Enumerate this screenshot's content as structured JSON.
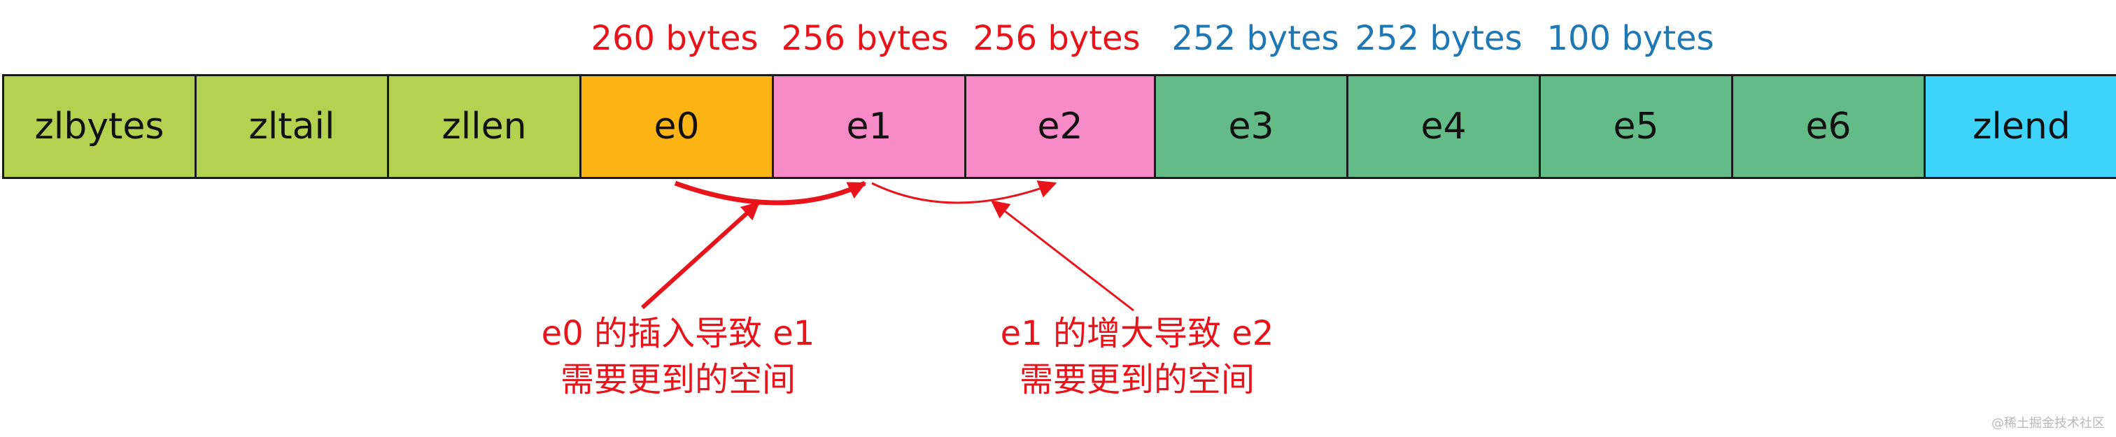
{
  "colors": {
    "red_text": "#e8141b",
    "blue_text": "#1f77b4",
    "header": "#b3d24f",
    "e0": "#fdb515",
    "e1_e2": "#f78bc7",
    "e3_e6": "#63bc87",
    "zlend": "#3dd3fb",
    "arrow": "#e8141b"
  },
  "size_labels": [
    {
      "text": "260 bytes",
      "color": "red"
    },
    {
      "text": "256 bytes",
      "color": "red"
    },
    {
      "text": "256 bytes",
      "color": "red"
    },
    {
      "text": "252 bytes",
      "color": "blue"
    },
    {
      "text": "252 bytes",
      "color": "blue"
    },
    {
      "text": "100 bytes",
      "color": "blue"
    }
  ],
  "cells": [
    {
      "label": "zlbytes",
      "fill": "header"
    },
    {
      "label": "zltail",
      "fill": "header"
    },
    {
      "label": "zllen",
      "fill": "header"
    },
    {
      "label": "e0",
      "fill": "e0"
    },
    {
      "label": "e1",
      "fill": "e1_e2"
    },
    {
      "label": "e2",
      "fill": "e1_e2"
    },
    {
      "label": "e3",
      "fill": "e3_e6"
    },
    {
      "label": "e4",
      "fill": "e3_e6"
    },
    {
      "label": "e5",
      "fill": "e3_e6"
    },
    {
      "label": "e6",
      "fill": "e3_e6"
    },
    {
      "label": "zlend",
      "fill": "zlend"
    }
  ],
  "notes": {
    "left": {
      "line1": "e0 的插入导致 e1",
      "line2": "需要更到的空间"
    },
    "right": {
      "line1": "e1 的增大导致 e2",
      "line2": "需要更到的空间"
    }
  },
  "watermark": "@稀土掘金技术社区"
}
